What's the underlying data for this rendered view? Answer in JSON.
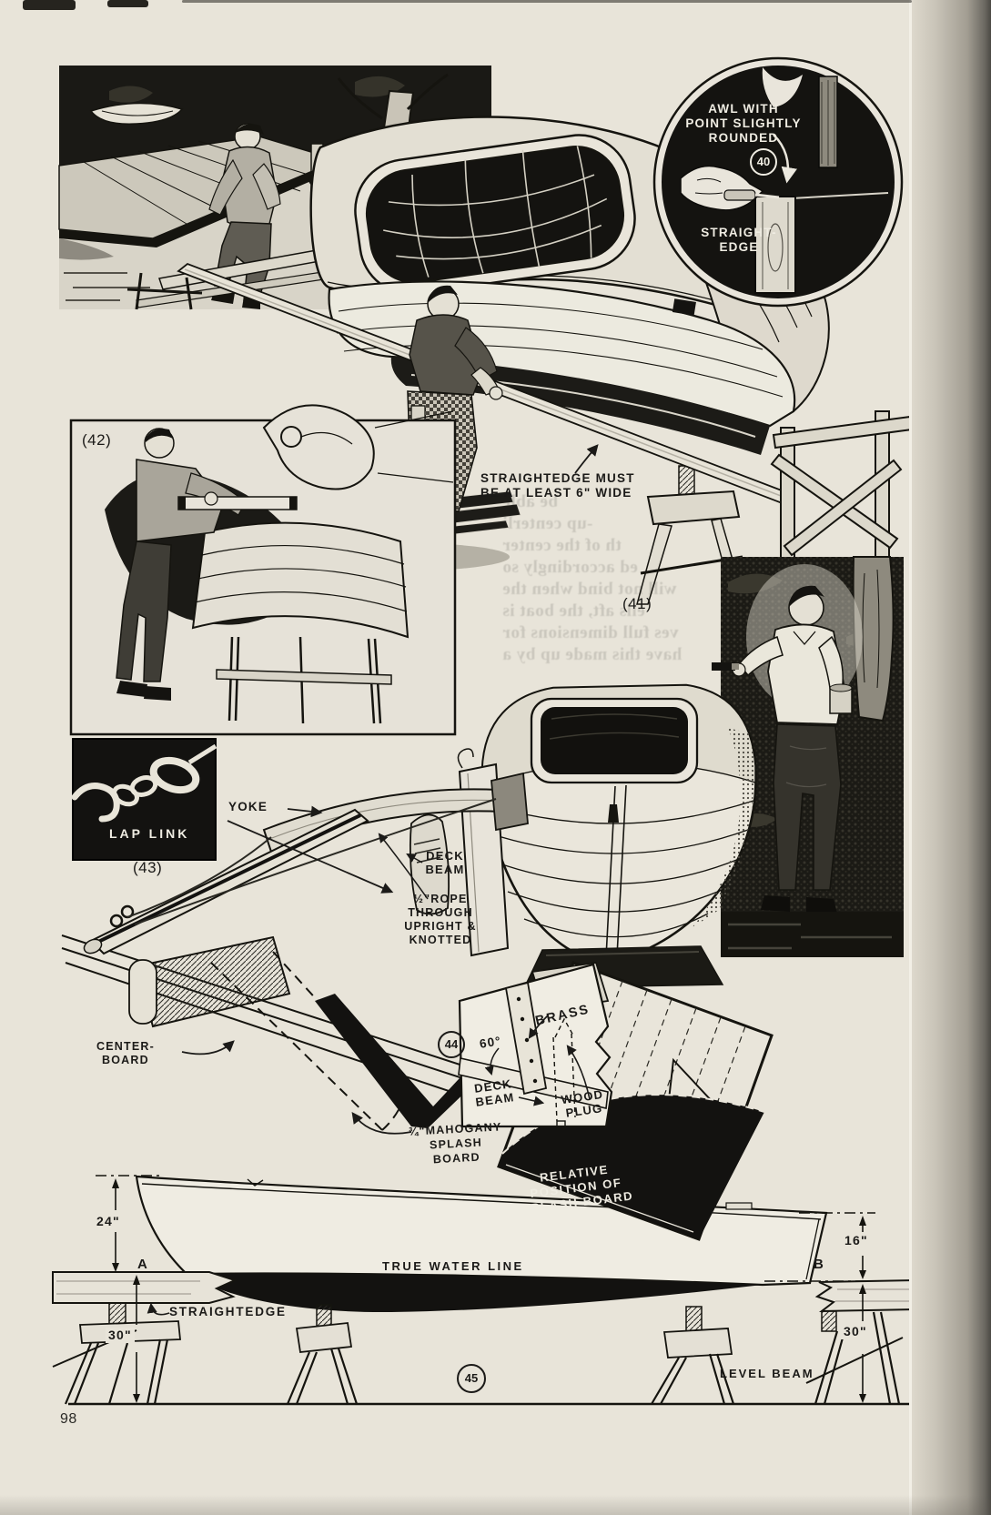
{
  "page": {
    "number": "98"
  },
  "inset40": {
    "number": "40",
    "caption_1": "AWL WITH",
    "caption_2": "POINT SLIGHTLY",
    "caption_3": "ROUNDED",
    "straightedge_1": "STRAIGHT-",
    "straightedge_2": "EDGE"
  },
  "main": {
    "note_1": "STRAIGHTEDGE MUST",
    "note_2": "BE AT LEAST 6\" WIDE",
    "fig41_label": "(41)"
  },
  "fig42": {
    "label": "(42)"
  },
  "fig43": {
    "label": "(43)",
    "lap_link": "LAP LINK",
    "yoke": "YOKE",
    "deck_beam_1": "DECK",
    "deck_beam_2": "BEAM",
    "rope_1": "½\"ROPE",
    "rope_2": "THROUGH",
    "rope_3": "UPRIGHT &",
    "rope_4": "KNOTTED",
    "centerboard_1": "CENTER-",
    "centerboard_2": "BOARD"
  },
  "fig44": {
    "number": "44",
    "brass": "BRASS",
    "angle": "60°",
    "deck_beam_1": "DECK",
    "deck_beam_2": "BEAM",
    "wood_plug_1": "WOOD",
    "wood_plug_2": "PLUG",
    "splash_1": "¾\"MAHOGANY",
    "splash_2": "SPLASH",
    "splash_3": "BOARD",
    "relative_1": "RELATIVE",
    "relative_2": "POSITION OF",
    "relative_3": "SPLASH BOARD"
  },
  "fig45": {
    "number": "45",
    "dim_24": "24\"",
    "dim_16": "16\"",
    "dim_30_left": "30\"",
    "dim_30_right": "30\"",
    "point_a": "A",
    "point_b": "B",
    "true_water_line": "TRUE WATER LINE",
    "straightedge": "STRAIGHTEDGE",
    "level_beam": "LEVEL BEAM"
  },
  "ghost": {
    "line_1": "be able",
    "line_2": "-up centerli",
    "line_3": "th of the center",
    "line_4": "ed accordingly so",
    "line_5": "will not bind when the",
    "line_6": "ells aft, the boat is",
    "line_7": "ves full dimensions for",
    "line_8": "have this made up by a"
  }
}
